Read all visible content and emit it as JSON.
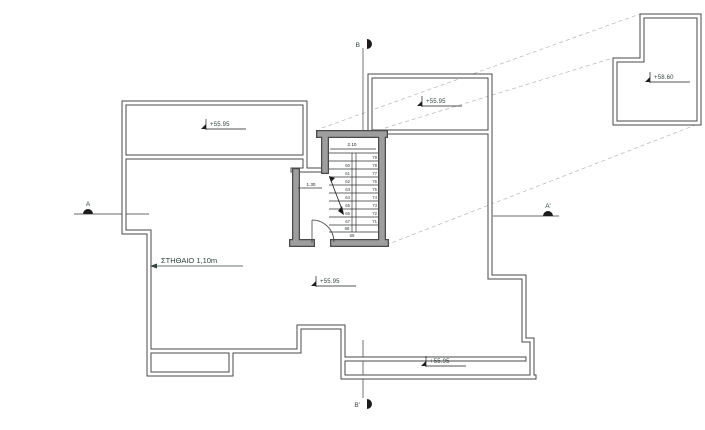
{
  "levels": {
    "top_left_terrace": "+55.95",
    "upper_right_terrace": "+55.95",
    "main_terrace": "+55.95",
    "bottom_terrace": "+55.95",
    "stair_bulkhead": "+58.60"
  },
  "dimensions": {
    "stair_width": "2.10",
    "landing_depth": "1.30"
  },
  "labels": {
    "parapet": "ΣΤΗΘΑΙΟ 1,10m"
  },
  "section_markers": {
    "a": "A",
    "a_prime": "A'",
    "b": "B",
    "b_prime": "B'"
  },
  "stair": {
    "left_numbers": [
      "60",
      "61",
      "62",
      "63",
      "64",
      "65",
      "66",
      "67"
    ],
    "bottom_numbers": [
      "68",
      "69"
    ],
    "right_numbers": [
      "79",
      "78",
      "77",
      "76",
      "75",
      "74",
      "73",
      "72",
      "71"
    ]
  },
  "colors": {
    "line": "#4a4a4a",
    "wall_fill": "#9e9e9e",
    "annotation": "#2f4640",
    "dash": "#b5b5b5",
    "background": "#ffffff"
  }
}
